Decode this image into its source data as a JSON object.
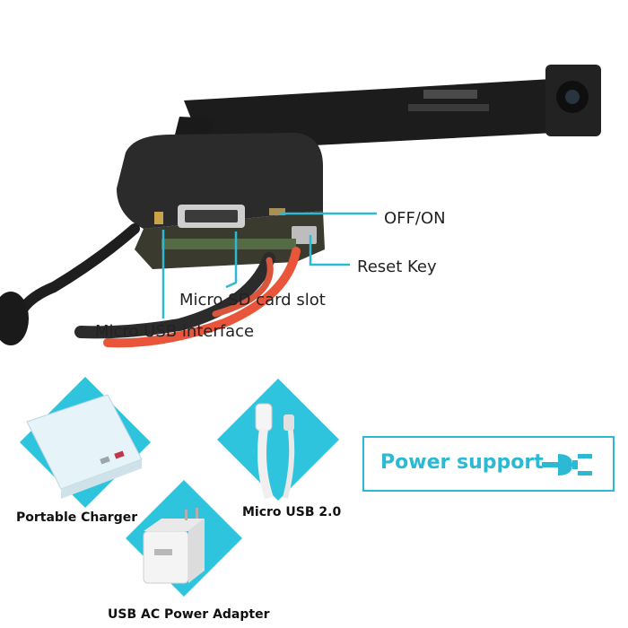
{
  "labels": {
    "off_on": "OFF/ON",
    "reset_key": "Reset Key",
    "micro_sd": "Micro SD card slot",
    "micro_usb_interface": "Micro USB interface"
  },
  "accessories": {
    "portable_charger": "Portable Charger",
    "micro_usb": "Micro USB 2.0",
    "usb_ac_adapter": "USB AC Power Adapter"
  },
  "power_support": {
    "label": "Power support",
    "icon": "plug-icon"
  },
  "colors": {
    "accent": "#2bb9d3",
    "diamond": "#2fc4de",
    "cable_red": "#e8553a",
    "module": "#2a2a2a"
  }
}
